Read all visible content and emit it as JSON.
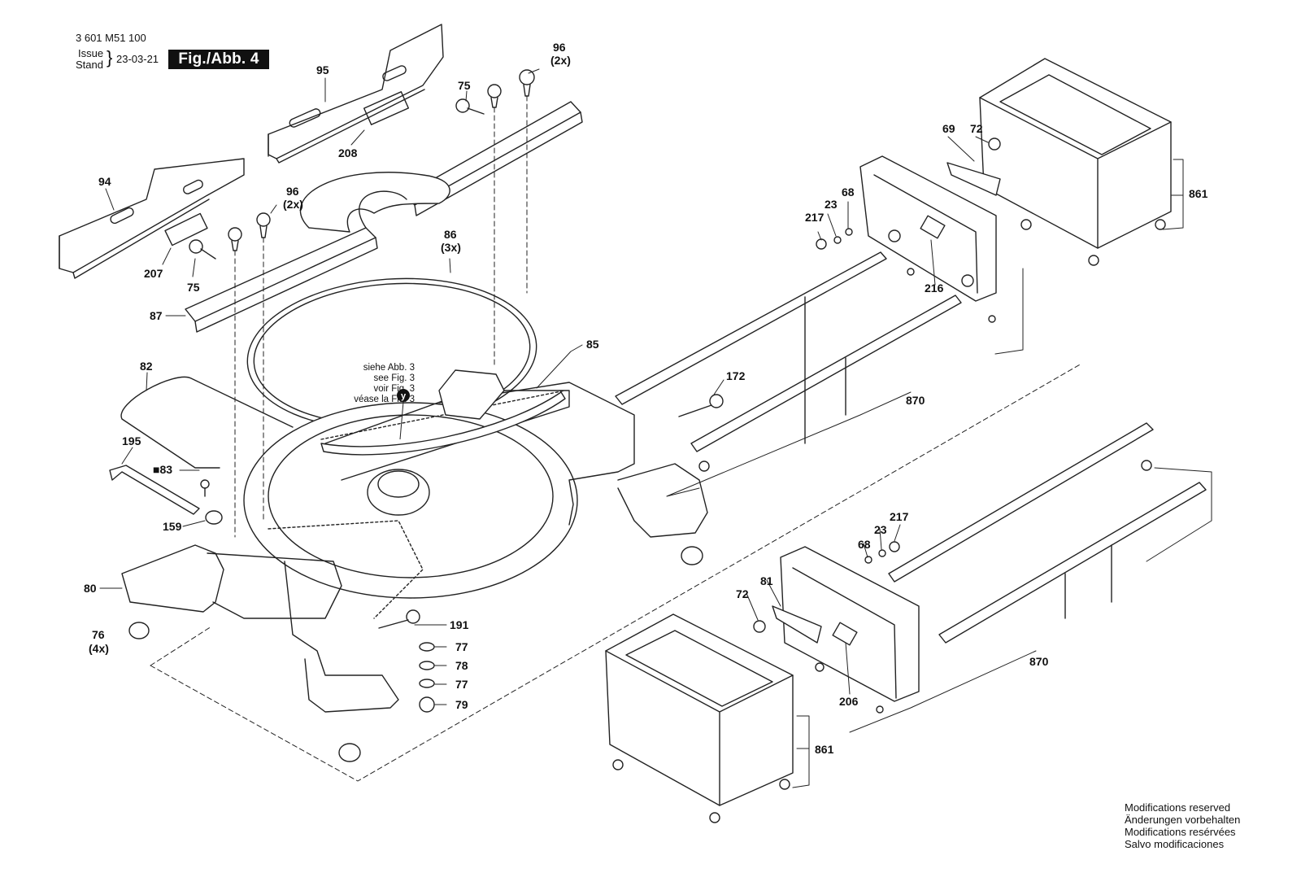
{
  "header": {
    "part_number": "3 601 M51 100",
    "issue_label": "Issue",
    "stand_label": "Stand",
    "date": "23-03-21",
    "figure_badge": "Fig./Abb. 4"
  },
  "reference_note": {
    "lines": [
      "siehe Abb. 3",
      "see Fig. 3",
      "voir Fig. 3",
      "véase la Fig. 3"
    ],
    "marker": "y"
  },
  "footer_note": {
    "lines": [
      "Modifications reserved",
      "Änderungen vorbehalten",
      "Modifications resérvées",
      "Salvo modificaciones"
    ]
  },
  "callouts": [
    {
      "id": "c95",
      "label": "95"
    },
    {
      "id": "c96a",
      "label": "96",
      "sub": "(2x)"
    },
    {
      "id": "c75a",
      "label": "75"
    },
    {
      "id": "c208",
      "label": "208"
    },
    {
      "id": "c94",
      "label": "94"
    },
    {
      "id": "c96b",
      "label": "96",
      "sub": "(2x)"
    },
    {
      "id": "c207",
      "label": "207"
    },
    {
      "id": "c75b",
      "label": "75"
    },
    {
      "id": "c87",
      "label": "87"
    },
    {
      "id": "c86",
      "label": "86",
      "sub": "(3x)"
    },
    {
      "id": "c85",
      "label": "85"
    },
    {
      "id": "c82",
      "label": "82"
    },
    {
      "id": "c195",
      "label": "195"
    },
    {
      "id": "c83",
      "label": "■83"
    },
    {
      "id": "c159",
      "label": "159"
    },
    {
      "id": "c80",
      "label": "80"
    },
    {
      "id": "c76",
      "label": "76",
      "sub": "(4x)"
    },
    {
      "id": "c191",
      "label": "191"
    },
    {
      "id": "c77a",
      "label": "77"
    },
    {
      "id": "c78",
      "label": "78"
    },
    {
      "id": "c77b",
      "label": "77"
    },
    {
      "id": "c79",
      "label": "79"
    },
    {
      "id": "c172",
      "label": "172"
    },
    {
      "id": "c870a",
      "label": "870"
    },
    {
      "id": "c870b",
      "label": "870"
    },
    {
      "id": "c69",
      "label": "69"
    },
    {
      "id": "c72a",
      "label": "72"
    },
    {
      "id": "c861a",
      "label": "861"
    },
    {
      "id": "c217a",
      "label": "217"
    },
    {
      "id": "c23a",
      "label": "23"
    },
    {
      "id": "c68a",
      "label": "68"
    },
    {
      "id": "c216",
      "label": "216"
    },
    {
      "id": "c217b",
      "label": "217"
    },
    {
      "id": "c23b",
      "label": "23"
    },
    {
      "id": "c68b",
      "label": "68"
    },
    {
      "id": "c72b",
      "label": "72"
    },
    {
      "id": "c81",
      "label": "81"
    },
    {
      "id": "c206",
      "label": "206"
    },
    {
      "id": "c861b",
      "label": "861"
    }
  ]
}
